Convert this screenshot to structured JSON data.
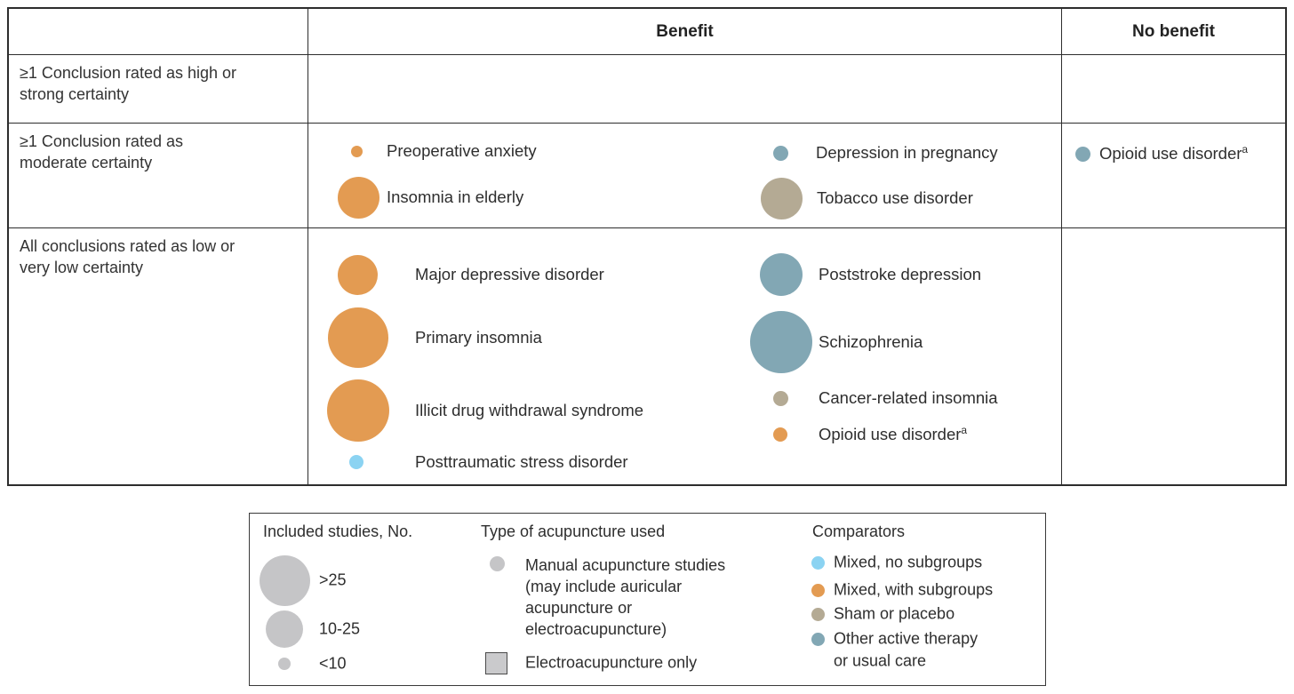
{
  "figure": {
    "table": {
      "columns": {
        "benefit": "Benefit",
        "no_benefit": "No benefit"
      },
      "rows": {
        "high": {
          "lines": [
            "≥1 Conclusion rated as high or",
            "strong certainty"
          ]
        },
        "moderate": {
          "lines": [
            "≥1 Conclusion rated as",
            "moderate certainty"
          ]
        },
        "low": {
          "lines": [
            "All conclusions rated as low or",
            "very low certainty"
          ]
        }
      }
    },
    "cells": {
      "moderate_benefit": {
        "items": [
          {
            "label": "Preoperative anxiety"
          },
          {
            "label": "Insomnia in elderly"
          },
          {
            "label": "Depression in pregnancy"
          },
          {
            "label": "Tobacco use disorder"
          }
        ]
      },
      "moderate_no_benefit": {
        "items": [
          {
            "label": "Opioid use disorder",
            "sup": "a"
          }
        ]
      },
      "low_benefit": {
        "items": [
          {
            "label": "Major depressive disorder"
          },
          {
            "label": "Primary insomnia"
          },
          {
            "label": "Illicit drug withdrawal syndrome"
          },
          {
            "label": "Posttraumatic stress disorder"
          },
          {
            "label": "Poststroke depression"
          },
          {
            "label": "Schizophrenia"
          },
          {
            "label": "Cancer-related insomnia"
          },
          {
            "label": "Opioid use disorder",
            "sup": "a"
          }
        ]
      }
    },
    "legend": {
      "included_studies": {
        "title": "Included studies, No.",
        "items": [
          {
            "label": ">25"
          },
          {
            "label": "10-25"
          },
          {
            "label": "<10"
          }
        ]
      },
      "acupuncture_type": {
        "title": "Type of acupuncture used",
        "manual_lines": [
          "Manual acupuncture studies",
          "(may include auricular",
          "acupuncture or",
          "electroacupuncture)"
        ],
        "electro_label": "Electroacupuncture only"
      },
      "comparators": {
        "title": "Comparators",
        "items": [
          {
            "label": "Mixed, no subgroups"
          },
          {
            "label": "Mixed, with subgroups"
          },
          {
            "label": "Sham or placebo"
          },
          {
            "label": "Other active therapy"
          },
          {
            "label": "or usual care"
          }
        ]
      }
    },
    "colors": {
      "mixed_no_subgroups": "#8BD3F2",
      "mixed_with_subgroups": "#E39B52",
      "sham_or_placebo": "#B4AA94",
      "other_active_therapy_or_usual_care": "#82A7B4",
      "legend_gray": "#C5C5C7",
      "border": "#2d2d2d"
    }
  },
  "chart_data": {
    "type": "table",
    "title": "",
    "columns": [
      "Benefit",
      "No benefit"
    ],
    "rows": [
      "≥1 Conclusion rated as high or strong certainty",
      "≥1 Conclusion rated as moderate certainty",
      "All conclusions rated as low or very low certainty"
    ],
    "size_legend": {
      "large": ">25",
      "medium": "10-25",
      "small": "<10"
    },
    "shape_legend": {
      "circle": "Manual acupuncture studies (may include auricular acupuncture or electroacupuncture)",
      "square": "Electroacupuncture only"
    },
    "color_legend": {
      "#8BD3F2": "Mixed, no subgroups",
      "#E39B52": "Mixed, with subgroups",
      "#B4AA94": "Sham or placebo",
      "#82A7B4": "Other active therapy or usual care"
    },
    "entries": [
      {
        "condition": "Preoperative anxiety",
        "row": "≥1 Conclusion rated as moderate certainty",
        "column": "Benefit",
        "comparator": "Mixed, with subgroups",
        "included_studies": "<10",
        "shape": "circle"
      },
      {
        "condition": "Insomnia in elderly",
        "row": "≥1 Conclusion rated as moderate certainty",
        "column": "Benefit",
        "comparator": "Mixed, with subgroups",
        "included_studies": "10-25",
        "shape": "circle"
      },
      {
        "condition": "Depression in pregnancy",
        "row": "≥1 Conclusion rated as moderate certainty",
        "column": "Benefit",
        "comparator": "Other active therapy or usual care",
        "included_studies": "<10",
        "shape": "circle"
      },
      {
        "condition": "Tobacco use disorder",
        "row": "≥1 Conclusion rated as moderate certainty",
        "column": "Benefit",
        "comparator": "Sham or placebo",
        "included_studies": "10-25",
        "shape": "circle"
      },
      {
        "condition": "Opioid use disorder",
        "footnote_marker": "a",
        "row": "≥1 Conclusion rated as moderate certainty",
        "column": "No benefit",
        "comparator": "Other active therapy or usual care",
        "included_studies": "<10",
        "shape": "circle"
      },
      {
        "condition": "Major depressive disorder",
        "row": "All conclusions rated as low or very low certainty",
        "column": "Benefit",
        "comparator": "Mixed, with subgroups",
        "included_studies": "10-25",
        "shape": "circle"
      },
      {
        "condition": "Primary insomnia",
        "row": "All conclusions rated as low or very low certainty",
        "column": "Benefit",
        "comparator": "Mixed, with subgroups",
        "included_studies": ">25",
        "shape": "circle"
      },
      {
        "condition": "Illicit drug withdrawal syndrome",
        "row": "All conclusions rated as low or very low certainty",
        "column": "Benefit",
        "comparator": "Mixed, with subgroups",
        "included_studies": ">25",
        "shape": "circle"
      },
      {
        "condition": "Posttraumatic stress disorder",
        "row": "All conclusions rated as low or very low certainty",
        "column": "Benefit",
        "comparator": "Mixed, no subgroups",
        "included_studies": "<10",
        "shape": "circle"
      },
      {
        "condition": "Poststroke depression",
        "row": "All conclusions rated as low or very low certainty",
        "column": "Benefit",
        "comparator": "Other active therapy or usual care",
        "included_studies": "10-25",
        "shape": "circle"
      },
      {
        "condition": "Schizophrenia",
        "row": "All conclusions rated as low or very low certainty",
        "column": "Benefit",
        "comparator": "Other active therapy or usual care",
        "included_studies": ">25",
        "shape": "circle"
      },
      {
        "condition": "Cancer-related insomnia",
        "row": "All conclusions rated as low or very low certainty",
        "column": "Benefit",
        "comparator": "Sham or placebo",
        "included_studies": "<10",
        "shape": "circle"
      },
      {
        "condition": "Opioid use disorder",
        "footnote_marker": "a",
        "row": "All conclusions rated as low or very low certainty",
        "column": "Benefit",
        "comparator": "Mixed, with subgroups",
        "included_studies": "<10",
        "shape": "circle"
      }
    ]
  }
}
